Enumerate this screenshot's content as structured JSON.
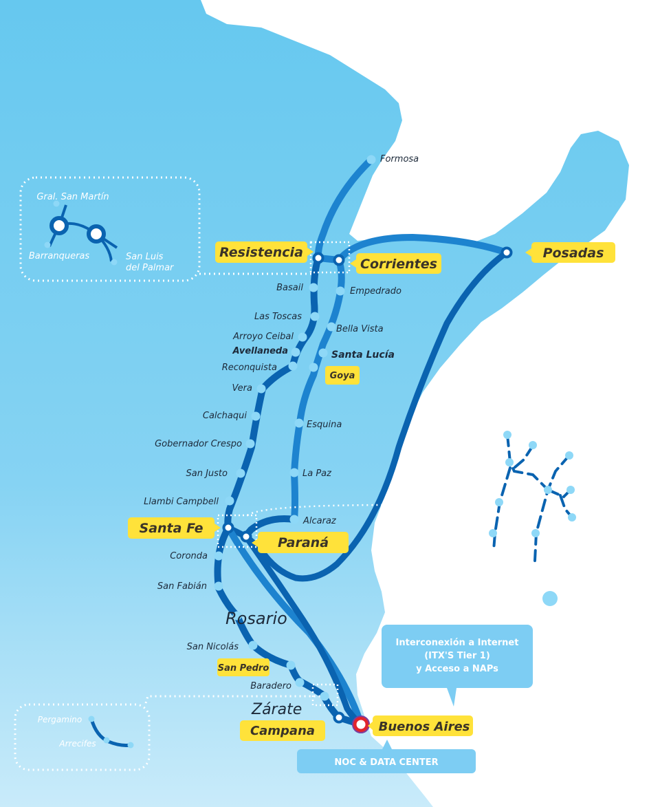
{
  "stations": {
    "formosa": "Formosa",
    "basail": "Basail",
    "empedrado": "Empedrado",
    "las_toscas": "Las Toscas",
    "bella_vista": "Bella Vista",
    "arroyo_ceibal": "Arroyo Ceibal",
    "avellaneda": "Avellaneda",
    "santa_lucia": "Santa Lucía",
    "reconquista": "Reconquista",
    "vera": "Vera",
    "calchaqui": "Calchaqui",
    "esquina": "Esquina",
    "gobernador_crespo": "Gobernador Crespo",
    "san_justo": "San Justo",
    "la_paz": "La Paz",
    "llambi_campbell": "Llambi Campbell",
    "alcaraz": "Alcaraz",
    "coronda": "Coronda",
    "san_fabian": "San Fabián",
    "rosario": "Rosario",
    "san_nicolas": "San Nicolás",
    "baradero": "Baradero",
    "zarate": "Zárate"
  },
  "highlighted": {
    "resistencia": "Resistencia",
    "corrientes": "Corrientes",
    "posadas": "Posadas",
    "goya": "Goya",
    "santa_fe": "Santa Fe",
    "parana": "Paraná",
    "san_pedro": "San Pedro",
    "campana": "Campana",
    "buenos_aires": "Buenos Aires"
  },
  "inset_north": {
    "gral_san_martin": "Gral. San Martín",
    "barranqueras": "Barranqueras",
    "san_luis_line1": "San Luis",
    "san_luis_line2": "del Palmar"
  },
  "inset_south": {
    "pergamino": "Pergamino",
    "arrecifes": "Arrecifes"
  },
  "callout": {
    "line1": "Interconexión a Internet",
    "line2": "(ITX'S Tier 1)",
    "line3": "y Acceso a NAPs"
  },
  "noc_label": "NOC & DATA CENTER",
  "colors": {
    "land": "#72cdf0",
    "sea": "#ffffff",
    "route_dark": "#0a63b0",
    "route_mid": "#1d83cf",
    "node": "#8ed8f7",
    "badge": "#ffe23a",
    "callout_bg": "#7dcdf3"
  }
}
